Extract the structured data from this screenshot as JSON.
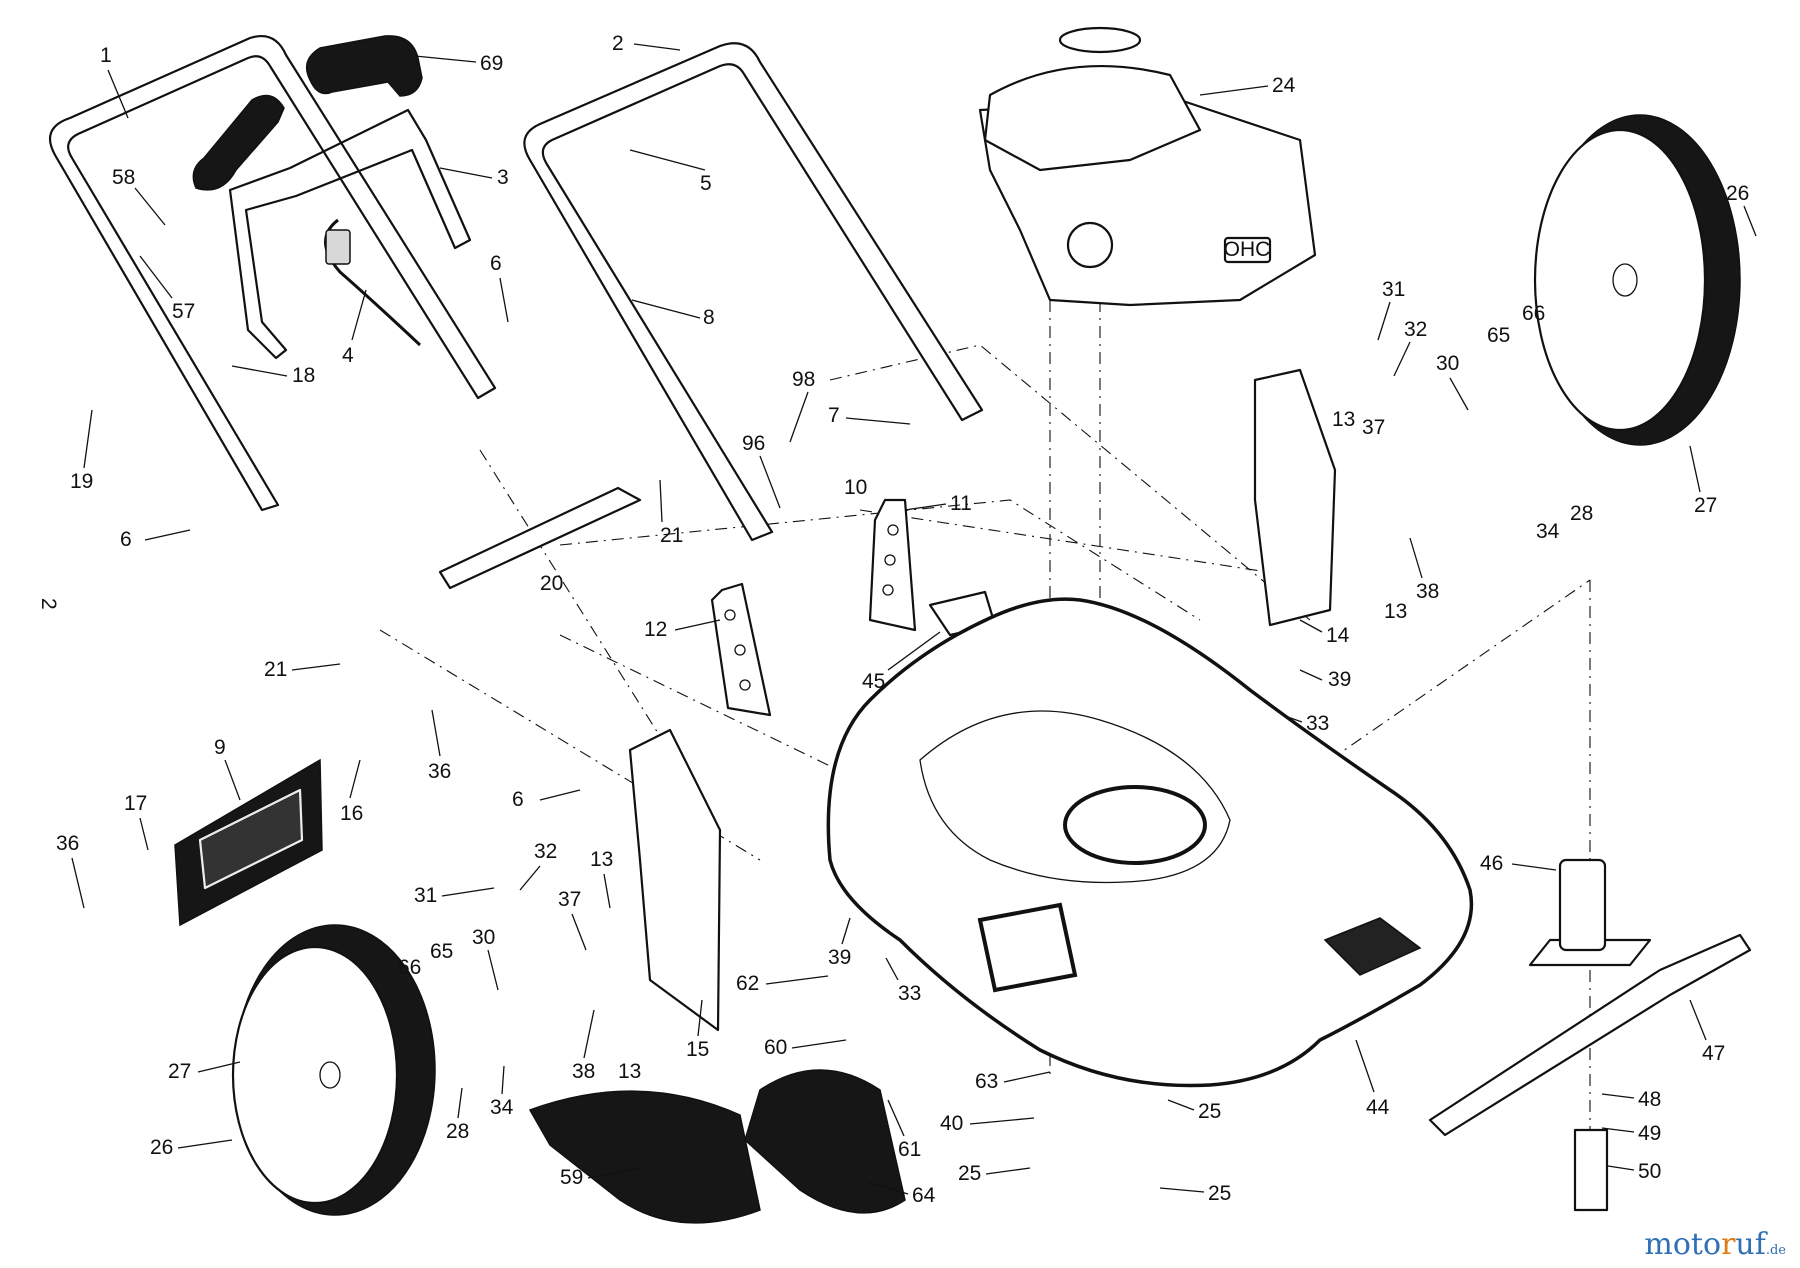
{
  "watermark": {
    "brand_a": "moto",
    "brand_b": "r",
    "brand_c": "uf",
    "tld": ".de"
  },
  "side_mark": "2",
  "engine_badge": "OHC",
  "callouts": [
    "1",
    "69",
    "2",
    "24",
    "58",
    "3",
    "5",
    "26",
    "57",
    "4",
    "6",
    "8",
    "18",
    "98",
    "31",
    "32",
    "65",
    "66",
    "7",
    "30",
    "37",
    "19",
    "96",
    "10",
    "11",
    "13",
    "21",
    "20",
    "6",
    "13",
    "38",
    "12",
    "14",
    "34",
    "28",
    "27",
    "45",
    "39",
    "21",
    "33",
    "36",
    "9",
    "16",
    "17",
    "6",
    "36",
    "32",
    "46",
    "13",
    "31",
    "37",
    "30",
    "62",
    "39",
    "33",
    "66",
    "65",
    "47",
    "27",
    "38",
    "13",
    "15",
    "60",
    "44",
    "63",
    "25",
    "48",
    "40",
    "61",
    "26",
    "28",
    "34",
    "49",
    "50",
    "25",
    "25",
    "59",
    "64"
  ]
}
